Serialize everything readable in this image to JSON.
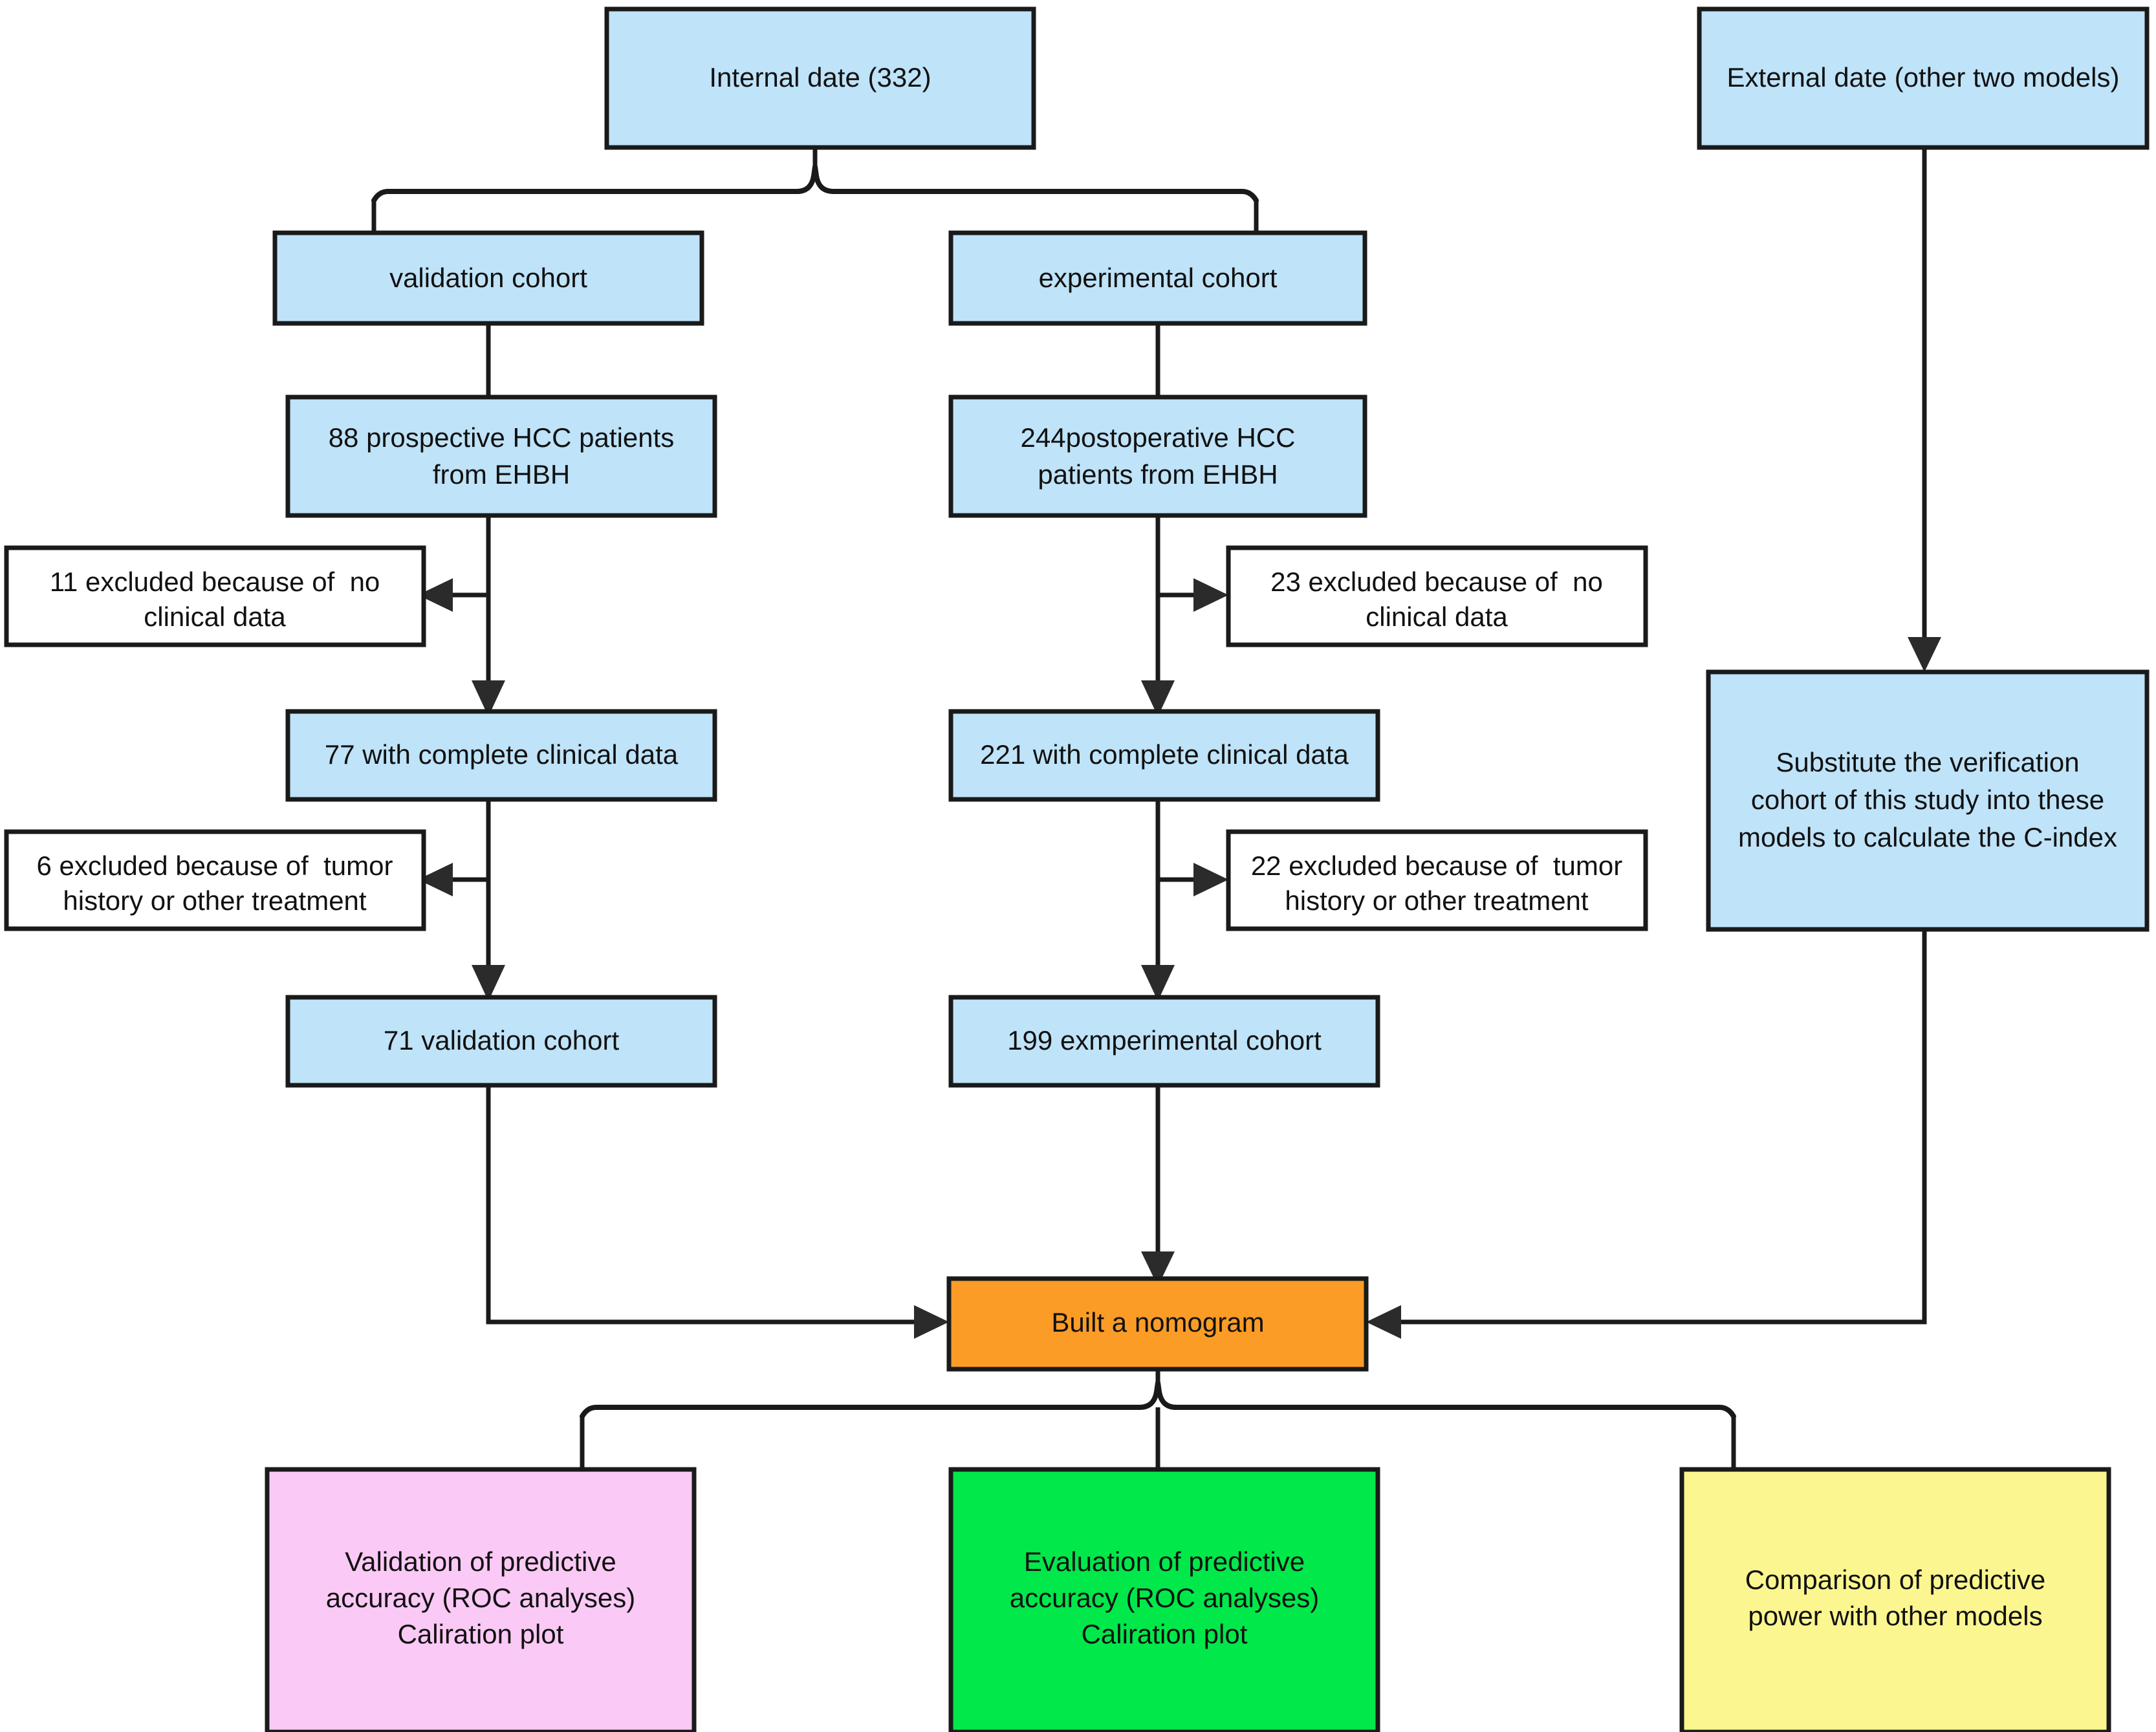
{
  "diagram": {
    "title": "HCC nomogram study flowchart",
    "colors": {
      "blue": "#bfe3f8",
      "orange": "#fb9c27",
      "pink": "#fbc9f6",
      "green": "#00e84a",
      "yellow": "#fbf68f",
      "white": "#ffffff",
      "stroke": "#1a1a1a",
      "text": "#111111"
    }
  },
  "nodes": {
    "internal_data": {
      "label": "Internal date (332)",
      "fill_key": "blue"
    },
    "external_data": {
      "label": "External date (other two models)",
      "fill_key": "blue"
    },
    "validation_cohort": {
      "label": "validation cohort",
      "fill_key": "blue"
    },
    "experimental_cohort": {
      "label": "experimental cohort",
      "fill_key": "blue"
    },
    "prospective_patients": {
      "line1": "88 prospective HCC patients",
      "line2": "from EHBH",
      "fill_key": "blue"
    },
    "postoperative_patients": {
      "line1": "244postoperative HCC",
      "line2": "patients from EHBH",
      "fill_key": "blue"
    },
    "excluded_left_1": {
      "line1": "11 excluded because of  no",
      "line2": "clinical data",
      "fill_key": "white"
    },
    "excluded_right_1": {
      "line1": "23 excluded because of  no",
      "line2": "clinical data",
      "fill_key": "white"
    },
    "complete_left": {
      "label": "77 with complete clinical data",
      "fill_key": "blue"
    },
    "complete_right": {
      "label": "221 with complete clinical data",
      "fill_key": "blue"
    },
    "excluded_left_2": {
      "line1": "6 excluded because of  tumor",
      "line2": "history or other treatment",
      "fill_key": "white"
    },
    "excluded_right_2": {
      "line1": "22 excluded because of  tumor",
      "line2": "history or other treatment",
      "fill_key": "white"
    },
    "final_validation": {
      "label": "71 validation cohort",
      "fill_key": "blue"
    },
    "final_experimental": {
      "label": "199 exmperimental cohort",
      "fill_key": "blue"
    },
    "substitute_models": {
      "line1": "Substitute the verification",
      "line2": "cohort of this study into these",
      "line3": "models to calculate the C-index",
      "fill_key": "blue"
    },
    "nomogram": {
      "label": "Built a nomogram",
      "fill_key": "orange"
    },
    "outcome_validation": {
      "line1": "Validation of predictive",
      "line2": "accuracy (ROC analyses)",
      "line3": "Caliration plot",
      "fill_key": "pink"
    },
    "outcome_evaluation": {
      "line1": "Evaluation of predictive",
      "line2": "accuracy (ROC analyses)",
      "line3": "Caliration plot",
      "fill_key": "green"
    },
    "outcome_comparison": {
      "line1": "Comparison of predictive",
      "line2": "power with other models",
      "fill_key": "yellow"
    }
  }
}
